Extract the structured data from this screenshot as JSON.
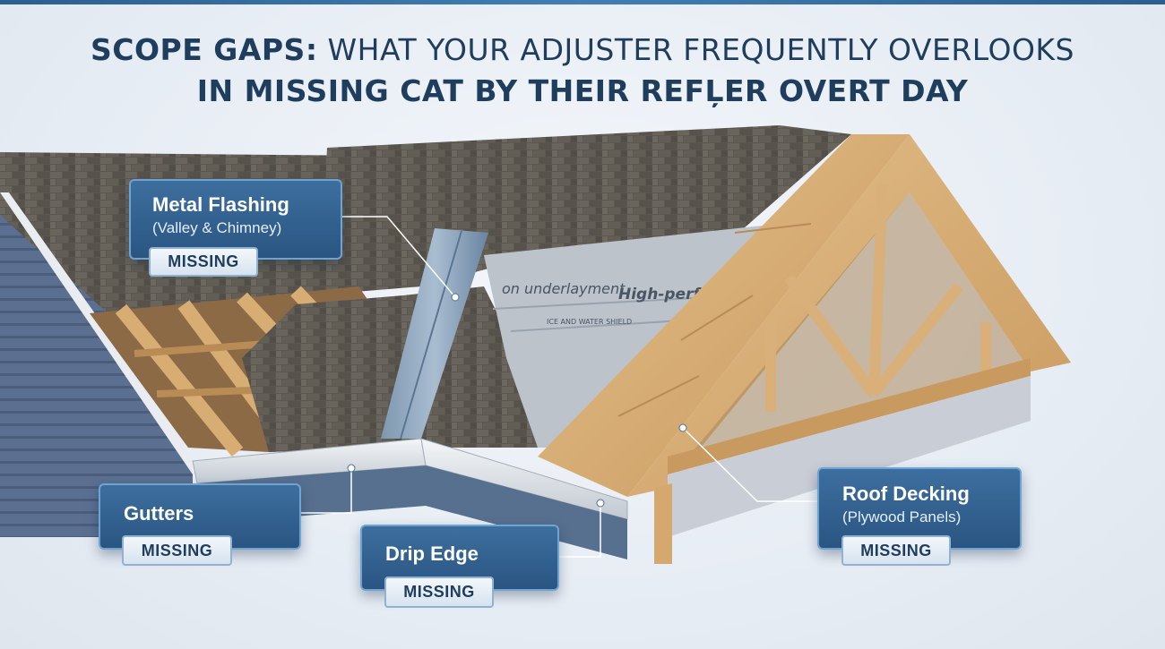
{
  "title": {
    "line1_bold": "SCOPE GAPS:",
    "line1_rest": " WHAT YOUR ADJUSTER FREQUENTLY OVERLOOKS",
    "line2": "IN MISSING CAT BY THEIR REFĻER OVERT DAY"
  },
  "underlayment_text": {
    "a": "on underlayment",
    "b": "High-perform",
    "c": "ICE AND WATER SHIELD"
  },
  "callouts": [
    {
      "name": "Metal Flashing",
      "sub": "(Valley & Chimney)",
      "status": "MISSING"
    },
    {
      "name": "Gutters",
      "sub": "",
      "status": "MISSING"
    },
    {
      "name": "Drip Edge",
      "sub": "",
      "status": "MISSING"
    },
    {
      "name": "Roof Decking",
      "sub": "(Plywood Panels)",
      "status": "MISSING"
    }
  ],
  "colors": {
    "accent": "#2a5582",
    "title": "#1f3d5c",
    "shingle": "#5f5a52",
    "siding": "#5a6f8c",
    "wood": "#d9b27c",
    "underlayment": "#b9c0c8"
  }
}
